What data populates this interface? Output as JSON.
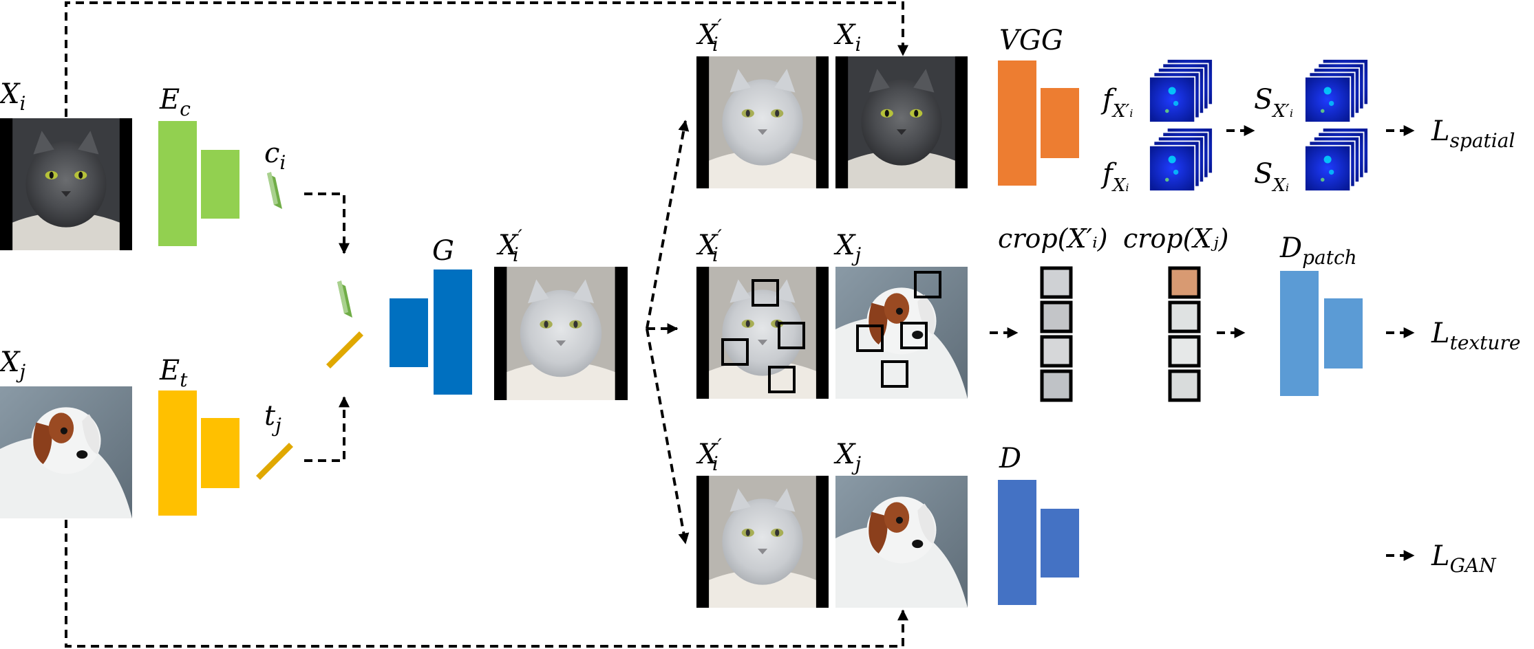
{
  "colors": {
    "encoder_content": "#92D050",
    "encoder_texture": "#FFC000",
    "generator": "#0070C0",
    "vgg": "#ED7D31",
    "d_patch": "#5B9BD5",
    "d": "#4472C4"
  },
  "icons": {
    "cat": "cat-photo",
    "dog": "dog-photo",
    "heatmap": "feature-heatmap"
  },
  "labels": {
    "xi_input": {
      "base": "X",
      "sub": "i",
      "prime": ""
    },
    "xj_input": {
      "base": "X",
      "sub": "j",
      "prime": ""
    },
    "ec": {
      "base": "E",
      "sub": "c"
    },
    "et": {
      "base": "E",
      "sub": "t"
    },
    "ci": {
      "base": "c",
      "sub": "i"
    },
    "tj": {
      "base": "t",
      "sub": "j"
    },
    "g": {
      "base": "G"
    },
    "xi_prime_out": {
      "base": "X",
      "sub": "i",
      "prime": "′"
    },
    "top_xi_prime": {
      "base": "X",
      "sub": "i",
      "prime": "′"
    },
    "top_xi": {
      "base": "X",
      "sub": "i",
      "prime": ""
    },
    "vgg": {
      "base": "VGG"
    },
    "f_xi_prime": {
      "base": "f",
      "sub": "X′ᵢ"
    },
    "f_xi": {
      "base": "f",
      "sub": "Xᵢ"
    },
    "s_xi_prime": {
      "base": "S",
      "sub": "X′ᵢ"
    },
    "s_xi": {
      "base": "S",
      "sub": "Xᵢ"
    },
    "l_spatial": {
      "base": "L",
      "sub": "spatial"
    },
    "mid_xi_prime": {
      "base": "X",
      "sub": "i",
      "prime": "′"
    },
    "mid_xj": {
      "base": "X",
      "sub": "j",
      "prime": ""
    },
    "crop_xi_prime": {
      "text": "crop(X′ᵢ)"
    },
    "crop_xj": {
      "text": "crop(Xⱼ)"
    },
    "d_patch": {
      "base": "D",
      "sub": "patch"
    },
    "l_texture": {
      "base": "L",
      "sub": "texture"
    },
    "bot_xi_prime": {
      "base": "X",
      "sub": "i",
      "prime": "′"
    },
    "bot_xj": {
      "base": "X",
      "sub": "j",
      "prime": ""
    },
    "d": {
      "base": "D"
    },
    "l_gan": {
      "base": "L",
      "sub": "GAN"
    }
  }
}
